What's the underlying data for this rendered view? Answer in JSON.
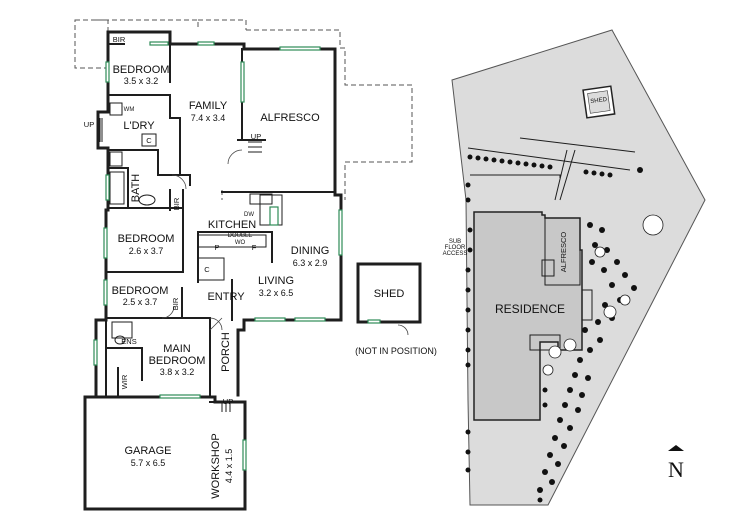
{
  "floor_plan": {
    "rooms": {
      "bir_top": "BIR",
      "bedroom1": {
        "name": "BEDROOM",
        "dims": "3.5 x 3.2"
      },
      "family": {
        "name": "FAMILY",
        "dims": "7.4 x 3.4"
      },
      "alfresco": "ALFRESCO",
      "laundry": "L'DRY",
      "wm": "WM",
      "laundry_cupboard": "C",
      "bath": "BATH",
      "bir_mid": "BIR",
      "kitchen": "KITCHEN",
      "dw": "DW",
      "double_wo": "DOUBLE\nWO",
      "pantry": "P",
      "fridge": "F",
      "entry_cupboard": "C",
      "bedroom2": {
        "name": "BEDROOM",
        "dims": "2.6 x 3.7"
      },
      "dining": {
        "name": "DINING",
        "dims": "6.3 x 2.9"
      },
      "living": {
        "name": "LIVING",
        "dims": "3.2 x 6.5"
      },
      "bedroom3": {
        "name": "BEDROOM",
        "dims": "2.5 x 3.7"
      },
      "bir_low": "BIR",
      "entry": "ENTRY",
      "ens": "ENS",
      "main_bedroom": {
        "name1": "MAIN",
        "name2": "BEDROOM",
        "dims": "3.8 x 3.2"
      },
      "porch": "PORCH",
      "wir": "WIR",
      "garage": {
        "name": "GARAGE",
        "dims": "5.7 x 6.5"
      },
      "workshop": {
        "name": "WORKSHOP",
        "dims": "4.4 x 1.5"
      }
    },
    "up_labels": {
      "laundry": "UP",
      "alfresco": "UP",
      "garage": "UP"
    },
    "shed": {
      "name": "SHED",
      "note": "(NOT IN POSITION)"
    }
  },
  "site_plan": {
    "shed": "SHED",
    "residence": "RESIDENCE",
    "alfresco": "ALFRESCO",
    "subfloor": [
      "SUB",
      "FLOOR",
      "ACCESS"
    ],
    "north": "N"
  }
}
